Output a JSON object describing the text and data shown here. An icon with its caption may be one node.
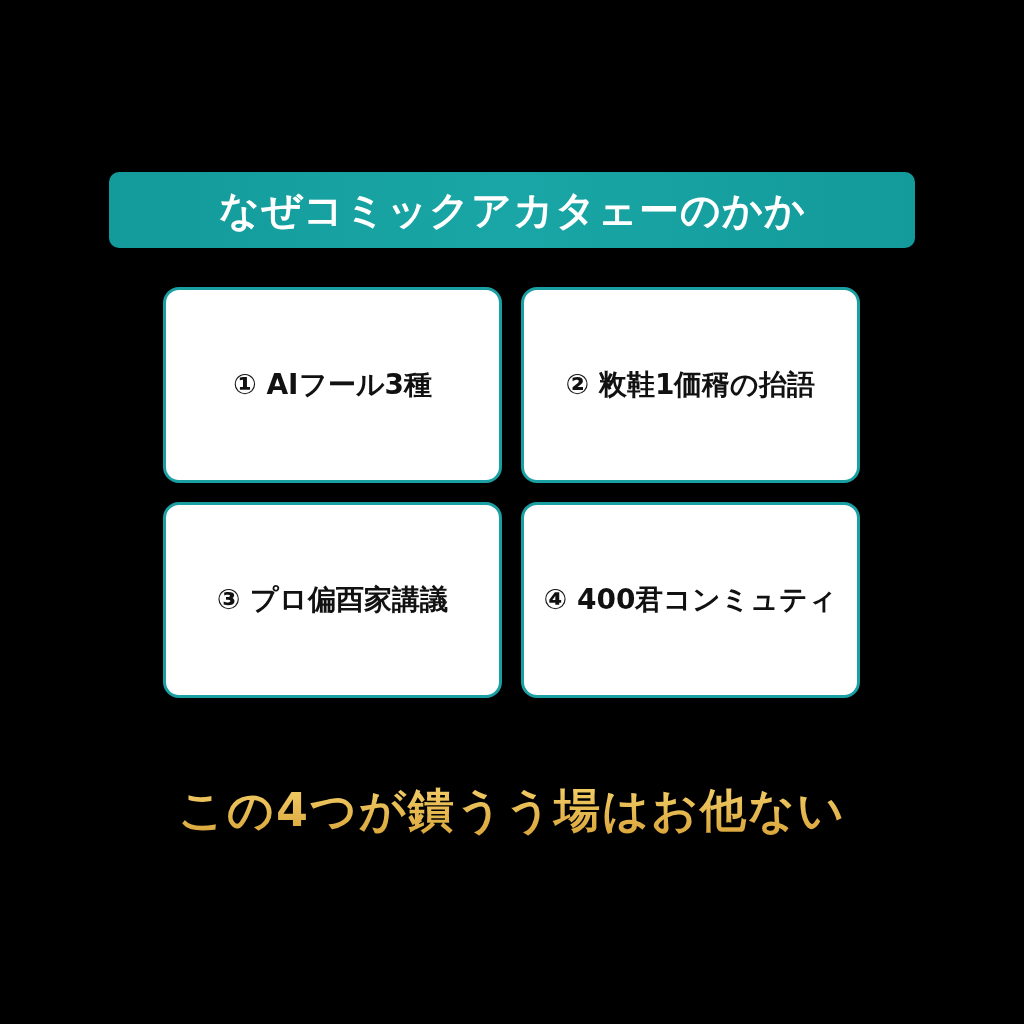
{
  "diagram": {
    "title": "なぜコミックアカタェーのかか",
    "nodes": [
      {
        "text": [
          "① AIフール3種"
        ]
      },
      {
        "text": [
          "② 敉鞋1価稰の抬語"
        ]
      },
      {
        "text": [
          "③ プロ偏酉家講議"
        ]
      },
      {
        "text": [
          "④ 400君コンミュティ"
        ]
      }
    ],
    "caption": "この4つが鐀うう場はお他ない"
  }
}
